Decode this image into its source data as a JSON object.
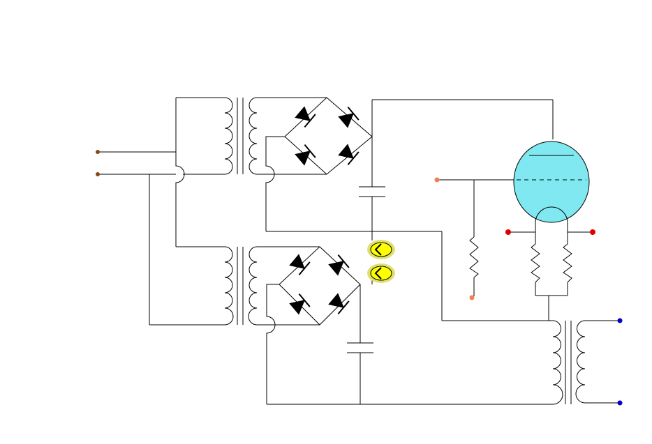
{
  "diagram": {
    "type": "circuit-schematic",
    "components": [
      {
        "id": "input-transformer-upper",
        "kind": "transformer"
      },
      {
        "id": "input-transformer-lower",
        "kind": "transformer"
      },
      {
        "id": "bridge-rectifier-upper",
        "kind": "diode-bridge"
      },
      {
        "id": "bridge-rectifier-lower",
        "kind": "diode-bridge"
      },
      {
        "id": "filter-capacitor-upper",
        "kind": "capacitor"
      },
      {
        "id": "filter-capacitor-lower",
        "kind": "capacitor"
      },
      {
        "id": "indicator-lamp-upper",
        "kind": "lamp"
      },
      {
        "id": "indicator-lamp-lower",
        "kind": "lamp"
      },
      {
        "id": "grid-resistor",
        "kind": "resistor"
      },
      {
        "id": "vacuum-tube",
        "kind": "triode"
      },
      {
        "id": "filament-resistor-left",
        "kind": "resistor"
      },
      {
        "id": "filament-resistor-right",
        "kind": "resistor"
      },
      {
        "id": "output-transformer",
        "kind": "transformer"
      }
    ],
    "colors": {
      "wire": "#000000",
      "input_terminal": "#8b4513",
      "grid_terminal": "#f08050",
      "filament_terminal": "#e00000",
      "output_terminal": "#0000cc",
      "tube_envelope": "#80e8f0",
      "lamp_fill": "#ffff00",
      "lamp_ring": "#e0e070"
    }
  }
}
